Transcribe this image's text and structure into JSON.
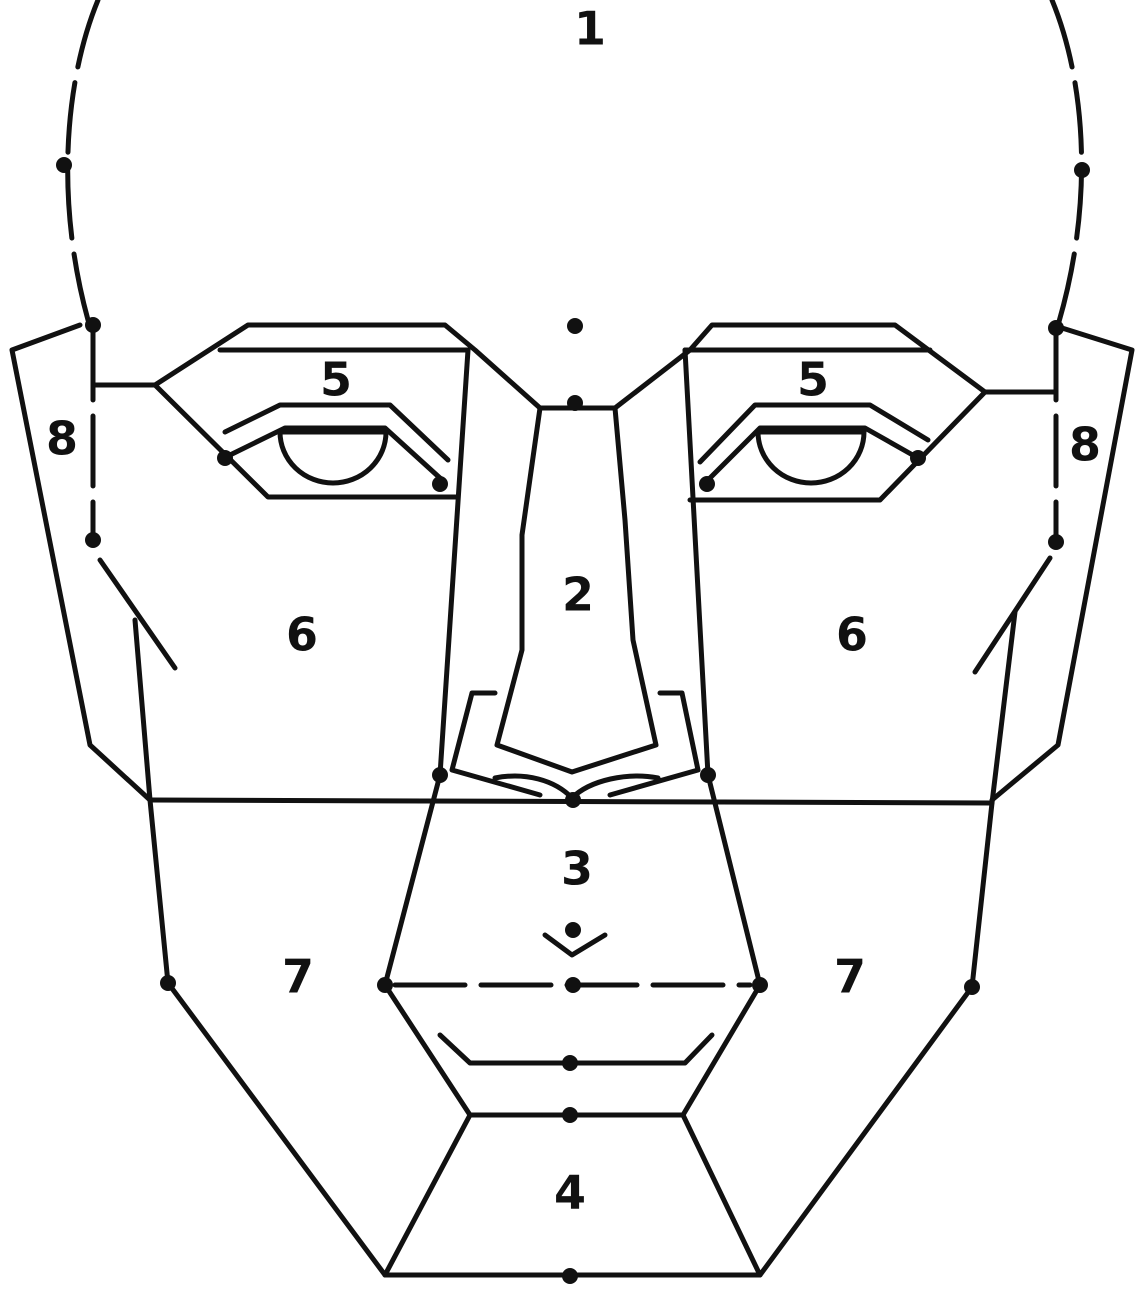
{
  "diagram": {
    "colors": {
      "line": "#111111",
      "background": "#ffffff"
    },
    "zones": {
      "forehead": "1",
      "nose": "2",
      "upper_lip": "3",
      "chin": "4",
      "eyelid_left": "5",
      "eyelid_right": "5",
      "cheek_left": "6",
      "cheek_right": "6",
      "lower_cheek_left": "7",
      "lower_cheek_right": "7",
      "ear_left": "8",
      "ear_right": "8"
    }
  }
}
